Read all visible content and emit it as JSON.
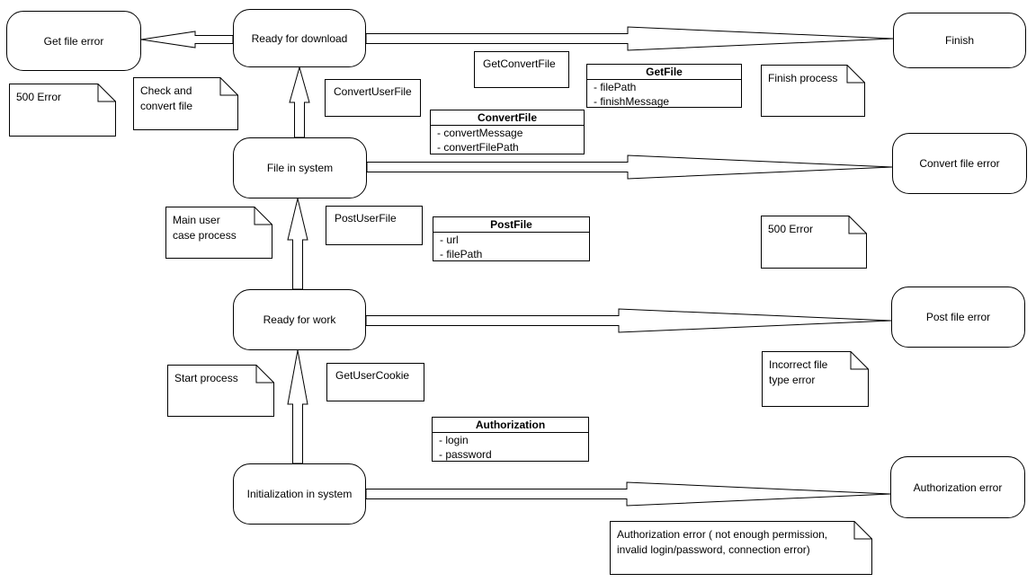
{
  "diagram": {
    "colors": {
      "stroke": "#000000",
      "fill": "#ffffff",
      "text": "#000000"
    },
    "states": [
      {
        "id": "get-file-error",
        "label": "Get file error"
      },
      {
        "id": "ready-for-download",
        "label": "Ready for download"
      },
      {
        "id": "finish",
        "label": "Finish"
      },
      {
        "id": "file-in-system",
        "label": "File in system"
      },
      {
        "id": "convert-file-error",
        "label": "Convert file error"
      },
      {
        "id": "ready-for-work",
        "label": "Ready for work"
      },
      {
        "id": "post-file-error",
        "label": "Post file error"
      },
      {
        "id": "initialization-in-system",
        "label": "Initialization in system"
      },
      {
        "id": "authorization-error",
        "label": "Authorization error"
      }
    ],
    "notes": [
      {
        "id": "note-500-error-top",
        "text": "500 Error"
      },
      {
        "id": "note-check-and-convert",
        "text": "Check and\nconvert file"
      },
      {
        "id": "note-finish-process",
        "text": "Finish process"
      },
      {
        "id": "note-main-user-case",
        "text": "Main user\ncase process"
      },
      {
        "id": "note-500-error-right",
        "text": "500 Error"
      },
      {
        "id": "note-start-process",
        "text": "Start process"
      },
      {
        "id": "note-incorrect-file",
        "text": "Incorrect file\ntype error"
      },
      {
        "id": "note-authorization-error",
        "text": "Authorization error ( not enough permission,\ninvalid login/password, connection error)"
      }
    ],
    "actions": [
      {
        "id": "convert-user-file",
        "label": "ConvertUserFile"
      },
      {
        "id": "get-convert-file",
        "label": "GetConvertFile"
      },
      {
        "id": "post-user-file",
        "label": "PostUserFile"
      },
      {
        "id": "get-user-cookie",
        "label": "GetUserCookie"
      }
    ],
    "classes": [
      {
        "title": "ConvertFile",
        "attributes": [
          "- convertMessage",
          "- convertFilePath"
        ]
      },
      {
        "title": "GetFile",
        "attributes": [
          "- filePath",
          "- finishMessage"
        ]
      },
      {
        "title": "PostFile",
        "attributes": [
          "- url",
          "- filePath"
        ]
      },
      {
        "title": "Authorization",
        "attributes": [
          "- login",
          "- password"
        ]
      }
    ],
    "transitions": [
      {
        "from": "Ready for download",
        "to": "Get file error",
        "direction": "left"
      },
      {
        "from": "Ready for download",
        "to": "Finish",
        "direction": "right"
      },
      {
        "from": "File in system",
        "to": "Convert file error",
        "direction": "right"
      },
      {
        "from": "Ready for work",
        "to": "Post file error",
        "direction": "right"
      },
      {
        "from": "Initialization in system",
        "to": "Authorization error",
        "direction": "right"
      },
      {
        "from": "Initialization in system",
        "to": "Ready for work",
        "direction": "up"
      },
      {
        "from": "Ready for work",
        "to": "File in system",
        "direction": "up"
      },
      {
        "from": "File in system",
        "to": "Ready for download",
        "direction": "up"
      }
    ]
  }
}
